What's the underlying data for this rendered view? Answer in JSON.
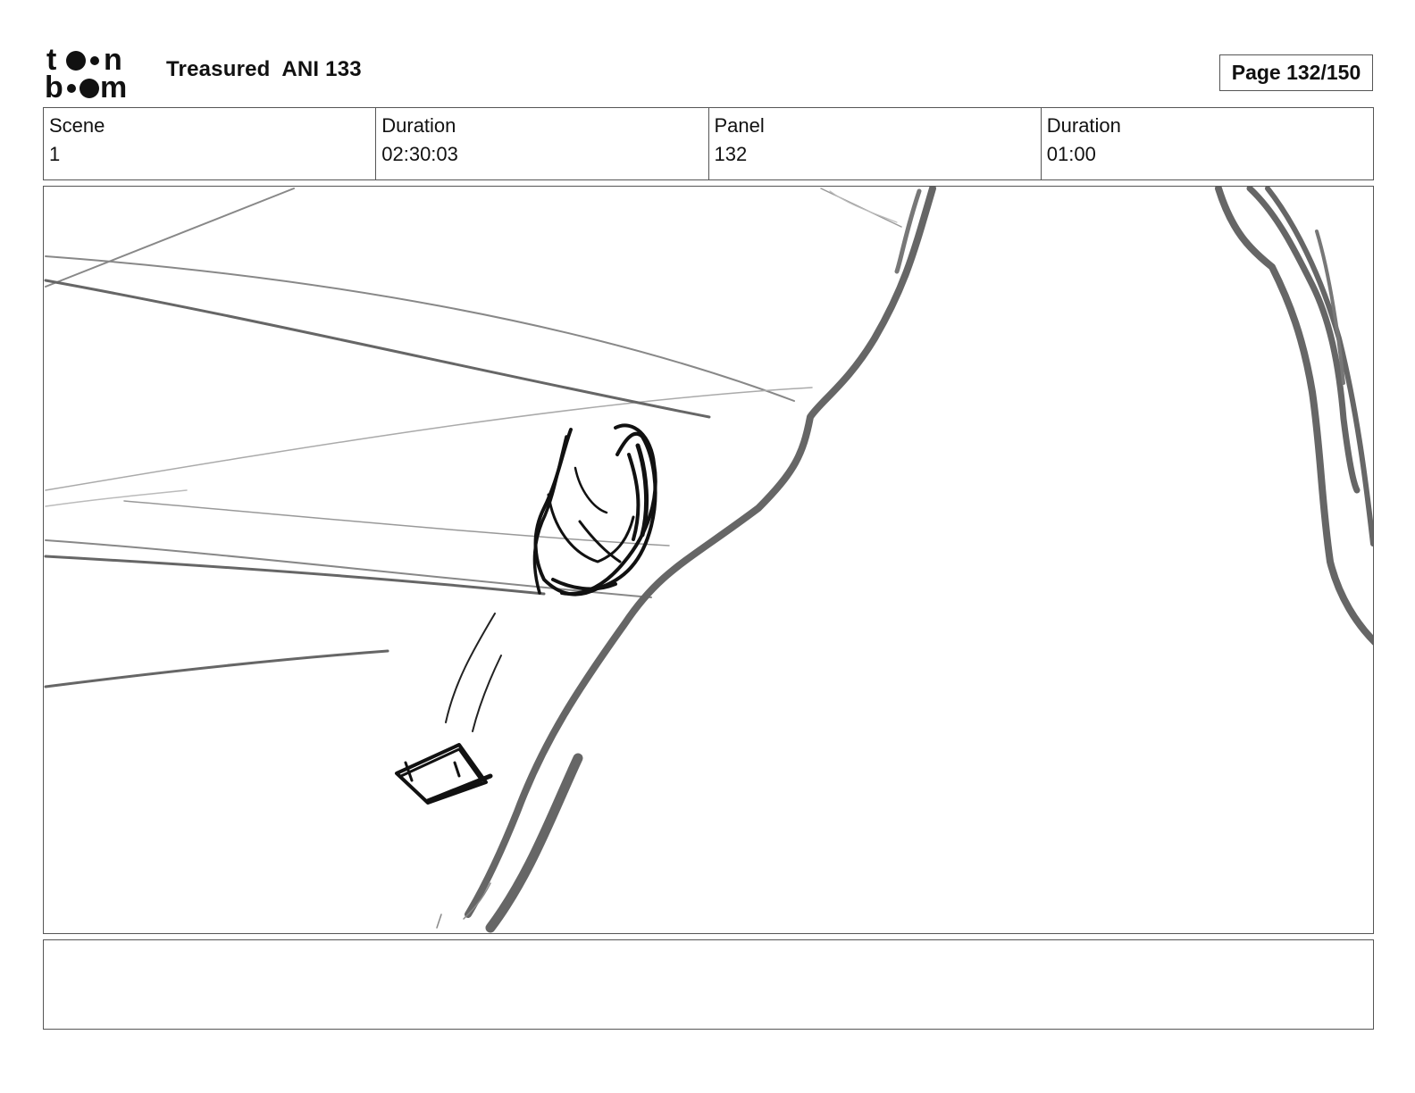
{
  "header": {
    "logo_alt": "toon boom",
    "title": "Treasured  ANI 133",
    "page": "Page 132/150"
  },
  "info": {
    "scene_label": "Scene",
    "scene_value": "1",
    "scene_duration_label": "Duration",
    "scene_duration_value": "02:30:03",
    "panel_label": "Panel",
    "panel_value": "132",
    "panel_duration_label": "Duration",
    "panel_duration_value": "01:00"
  },
  "notes": {
    "text": ""
  }
}
